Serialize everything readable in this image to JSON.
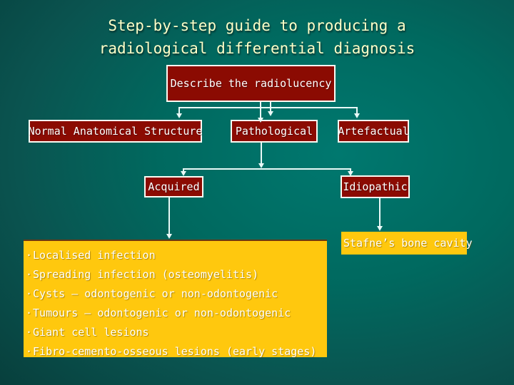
{
  "slide": {
    "title_lines": [
      "Step-by-step guide to producing a",
      "radiological differential diagnosis"
    ]
  },
  "flowchart": {
    "root_label": "Describe the radiolucency",
    "level1": [
      {
        "label": "Normal Anatomical Structure"
      },
      {
        "label": "Pathological"
      },
      {
        "label": "Artefactual"
      }
    ],
    "level2": [
      {
        "label": "Acquired"
      },
      {
        "label": "Idiopathic"
      }
    ],
    "acquired_outcomes": {
      "marker": "·",
      "items": [
        "Localised infection",
        "Spreading infection (osteomyelitis)",
        "Cysts – odontogenic or non-odontogenic",
        "Tumours – odontogenic or non-odontogenic",
        "Giant cell lesions",
        "Fibro-cemento-osseous lesions (early stages)"
      ]
    },
    "idiopathic_outcome_label": "Stafne’s bone cavity"
  },
  "colors": {
    "background_center": "#00786f",
    "background_edge": "#02292b",
    "box_fill_red": "#8b0b02",
    "box_border": "#fbfbf3",
    "panel_fill_yellow": "#ffc80e",
    "panel_top_border": "#6d3711",
    "connector": "#e9f9f7",
    "title_text": "#ffffc8",
    "box_text": "#ffffff"
  }
}
